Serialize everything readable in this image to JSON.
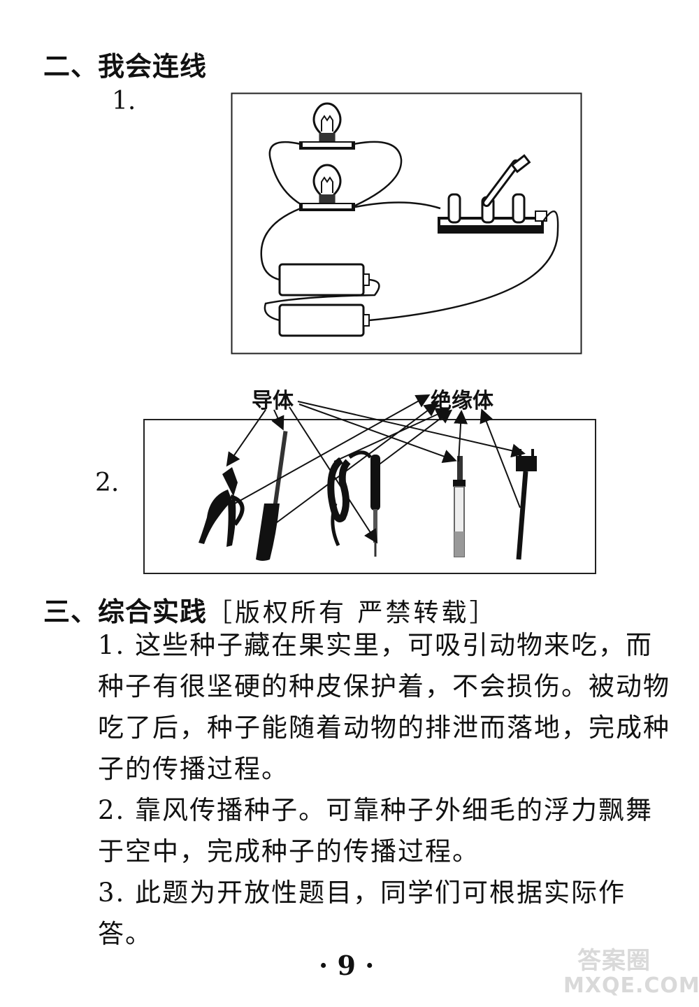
{
  "section2": {
    "title": "二、我会连线",
    "q1_num": "1.",
    "q2_num": "2.",
    "labels": {
      "conductor": "导体",
      "insulator": "绝缘体"
    }
  },
  "section3": {
    "title": "三、综合实践",
    "note": "［版权所有  严禁转载］",
    "answers": [
      "1. 这些种子藏在果实里，可吸引动物来吃，而种子有很坚硬的种皮保护着，不会损伤。被动物吃了后，种子能随着动物的排泄而落地，完成种子的传播过程。",
      "2. 靠风传播种子。可靠种子外细毛的浮力飘舞于空中，完成种子的传播过程。",
      "3. 此题为开放性题目，同学们可根据实际作答。"
    ]
  },
  "page_number": "· 9 ·",
  "watermark": {
    "line1": "答案圈",
    "line2": "MXQE.COM"
  }
}
